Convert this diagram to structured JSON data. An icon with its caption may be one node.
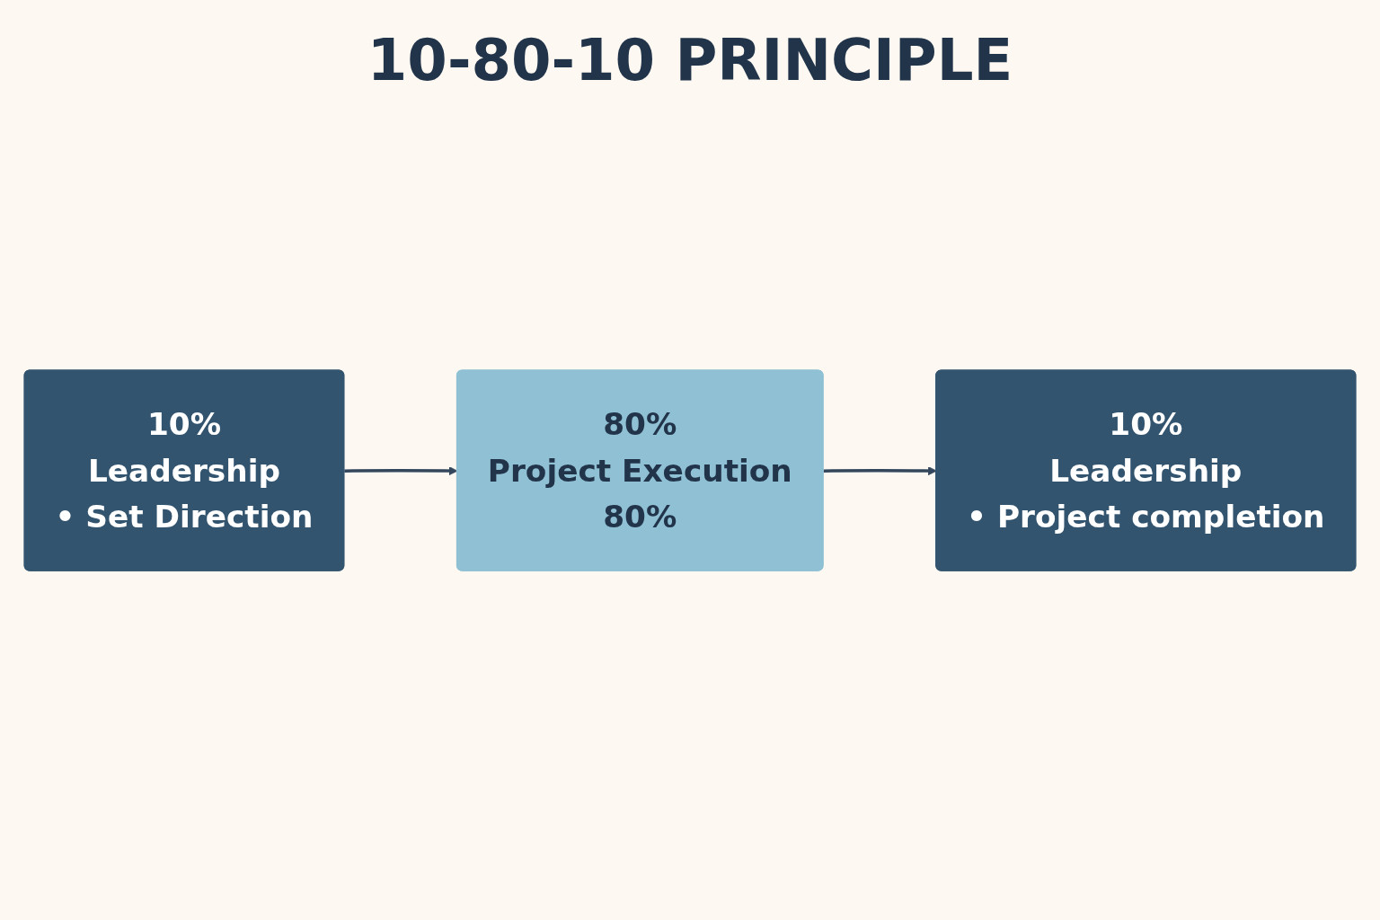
{
  "diagram": {
    "title": "10-80-10 PRINCIPLE",
    "nodes": [
      {
        "text": [
          "10%",
          "Leadership",
          "• Set Direction"
        ]
      },
      {
        "text": [
          "80%",
          "Project Execution",
          "80%"
        ]
      },
      {
        "text": [
          "10%",
          "Leadership",
          "• Project completion"
        ]
      }
    ],
    "edges": [
      {
        "from": 0,
        "to": 1,
        "arrow": "to"
      },
      {
        "from": 1,
        "to": 2,
        "arrow": "to"
      }
    ]
  }
}
